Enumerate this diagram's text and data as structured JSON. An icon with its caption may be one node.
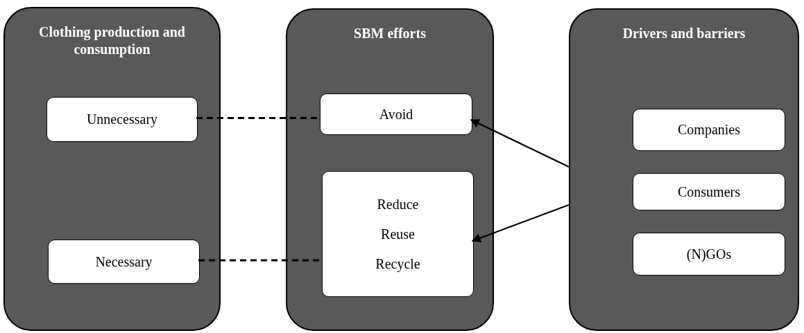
{
  "diagram": {
    "nodes": [
      {
        "text": [
          "Clothing production and consumption"
        ]
      },
      {
        "text": [
          "Unnecessary"
        ],
        "in": 0
      },
      {
        "text": [
          "Necessary"
        ],
        "in": 0
      },
      {
        "text": [
          "SBM efforts"
        ]
      },
      {
        "text": [
          "Avoid"
        ],
        "in": 3
      },
      {
        "text": [
          "Reduce",
          "Reuse",
          "Recycle"
        ],
        "in": 3
      },
      {
        "text": [
          "Drivers and barriers"
        ]
      },
      {
        "text": [
          "Companies"
        ],
        "in": 6
      },
      {
        "text": [
          "Consumers"
        ],
        "in": 6
      },
      {
        "text": [
          "(N)GOs"
        ],
        "in": 6
      }
    ],
    "edges": [
      {
        "from": 1,
        "to": 4,
        "arrow": "none",
        "style": "dashed"
      },
      {
        "from": 2,
        "to": 5,
        "arrow": "none",
        "style": "dashed"
      },
      {
        "from": 6,
        "to": 4,
        "arrow": "to"
      },
      {
        "from": 6,
        "to": 5,
        "arrow": "to"
      }
    ]
  }
}
